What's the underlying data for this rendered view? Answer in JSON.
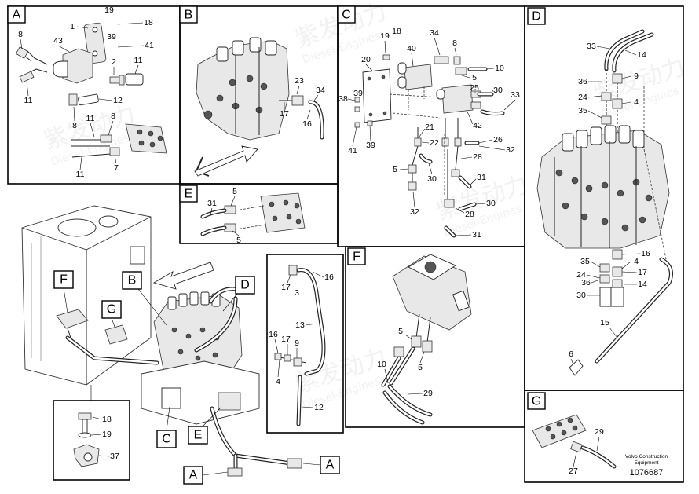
{
  "panels": {
    "A": {
      "letter": "A",
      "callouts": [
        "19",
        "18",
        "1",
        "39",
        "8",
        "43",
        "41",
        "2",
        "11",
        "11",
        "12",
        "8",
        "11",
        "8",
        "7",
        "11"
      ]
    },
    "B": {
      "letter": "B",
      "callouts": [
        "23",
        "34",
        "17",
        "16"
      ]
    },
    "C": {
      "letter": "C",
      "callouts": [
        "19",
        "18",
        "34",
        "8",
        "20",
        "40",
        "10",
        "5",
        "25",
        "38",
        "39",
        "30",
        "33",
        "42",
        "21",
        "22",
        "26",
        "32",
        "41",
        "39",
        "28",
        "5",
        "30",
        "31",
        "32",
        "28",
        "30",
        "31"
      ]
    },
    "D": {
      "letter": "D",
      "callouts": [
        "33",
        "14",
        "36",
        "9",
        "24",
        "4",
        "35",
        "16",
        "35",
        "4",
        "24",
        "17",
        "36",
        "14",
        "30",
        "15",
        "6"
      ]
    },
    "E": {
      "letter": "E",
      "callouts": [
        "31",
        "5",
        "5"
      ]
    },
    "F": {
      "letter": "F",
      "callouts": [
        "5",
        "10",
        "5",
        "29"
      ]
    },
    "G": {
      "letter": "G",
      "callouts": [
        "29",
        "27"
      ]
    }
  },
  "overview": {
    "tags": [
      "F",
      "B",
      "D",
      "G",
      "C",
      "E",
      "A",
      "A"
    ],
    "detail_callouts": [
      "17",
      "3",
      "16",
      "13",
      "16",
      "17",
      "9",
      "4",
      "12",
      "18",
      "19",
      "37"
    ]
  },
  "credit": {
    "line1": "Volvo Construction",
    "line2": "Equipment"
  },
  "document_number": "1076687",
  "watermark": {
    "brand": "紫发动力",
    "sub": "Diesel-Engines"
  }
}
